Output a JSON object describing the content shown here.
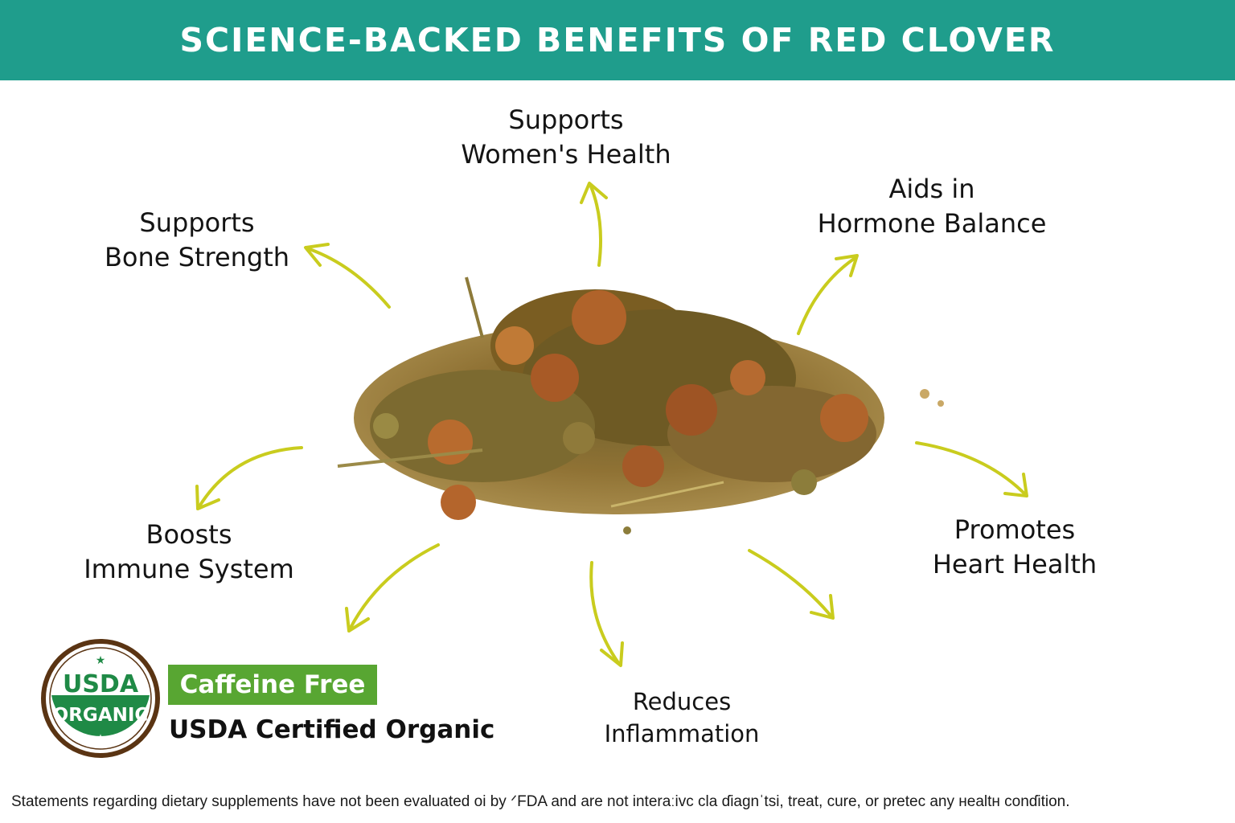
{
  "header": {
    "title": "SCIENCE-BACKED BENEFITS OF RED CLOVER"
  },
  "benefits": [
    {
      "line1": "Supports",
      "line2": "Women's Health"
    },
    {
      "line1": "Aids in",
      "line2": "Hormone Balance"
    },
    {
      "line1": "Supports",
      "line2": "Bone Strength"
    },
    {
      "line1": "Boosts",
      "line2": "Immune System"
    },
    {
      "line1": "Promotes",
      "line2": "Heart Health"
    },
    {
      "line1": "Reduces",
      "line2": "Inflammation"
    }
  ],
  "badges": {
    "seal_top": "USDA",
    "seal_bottom": "ORGANIC",
    "caffeine": "Caffeine Free",
    "certified": "USDA Certified Organic"
  },
  "footer": {
    "disclaimer": "Statements regarding dietary supplements have not been evaluated oi by ᐟFDA and are not interaːivc cla ɗiagnˈtsi, treat, cure, or pretec any нealtн conɗition."
  },
  "colors": {
    "banner": "#1f9d8c",
    "arrow": "#c9cc1e",
    "caffeine_badge": "#58a632",
    "seal_green": "#1f8a46",
    "seal_brown": "#5a3413"
  }
}
